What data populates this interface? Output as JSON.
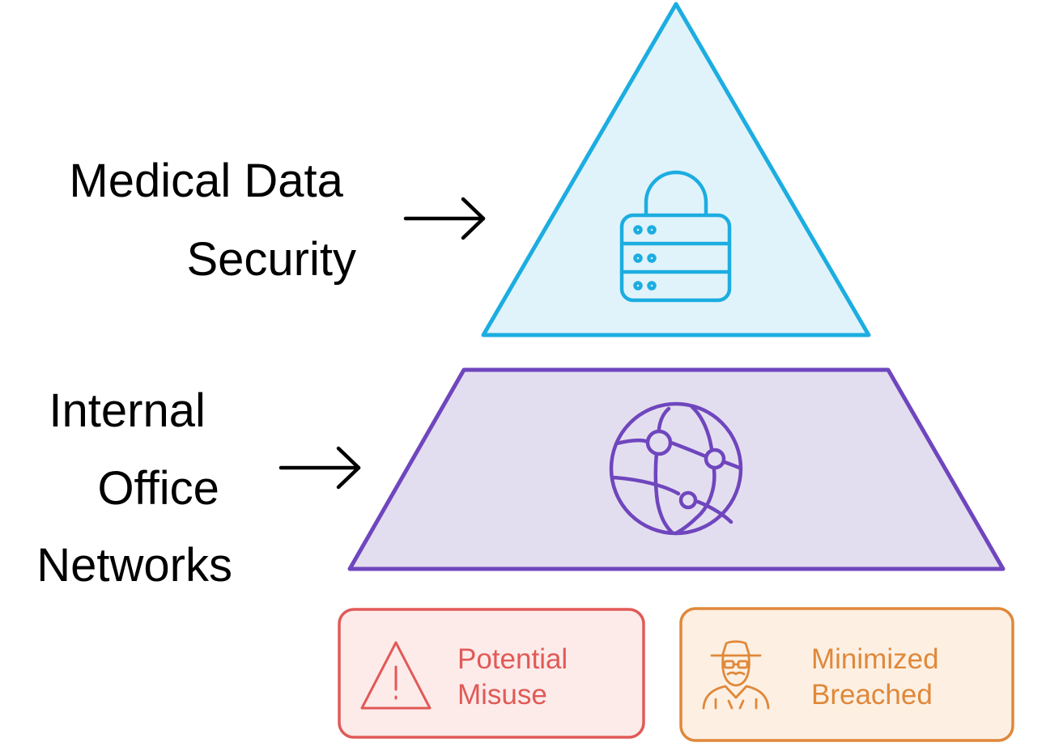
{
  "layers": [
    {
      "label_lines": [
        "Medical Data",
        "Security"
      ],
      "icon": "database-lock-icon",
      "stroke": "#1CADE1",
      "fill": "#E1F3FA"
    },
    {
      "label_lines": [
        "Internal",
        "Office",
        "Networks"
      ],
      "icon": "network-globe-icon",
      "stroke": "#6F46BE",
      "fill": "#E3DEEF"
    }
  ],
  "badges": [
    {
      "lines": [
        "Potential",
        "Misuse"
      ],
      "icon": "warning-triangle-icon",
      "stroke": "#E05A57",
      "fill": "#FDEBEA",
      "text_color": "#E05A57"
    },
    {
      "lines": [
        "Minimized",
        "Breached"
      ],
      "icon": "hacker-icon",
      "stroke": "#E0883A",
      "fill": "#FDF0E3",
      "text_color": "#E0883A"
    }
  ],
  "arrow_color": "#000000"
}
